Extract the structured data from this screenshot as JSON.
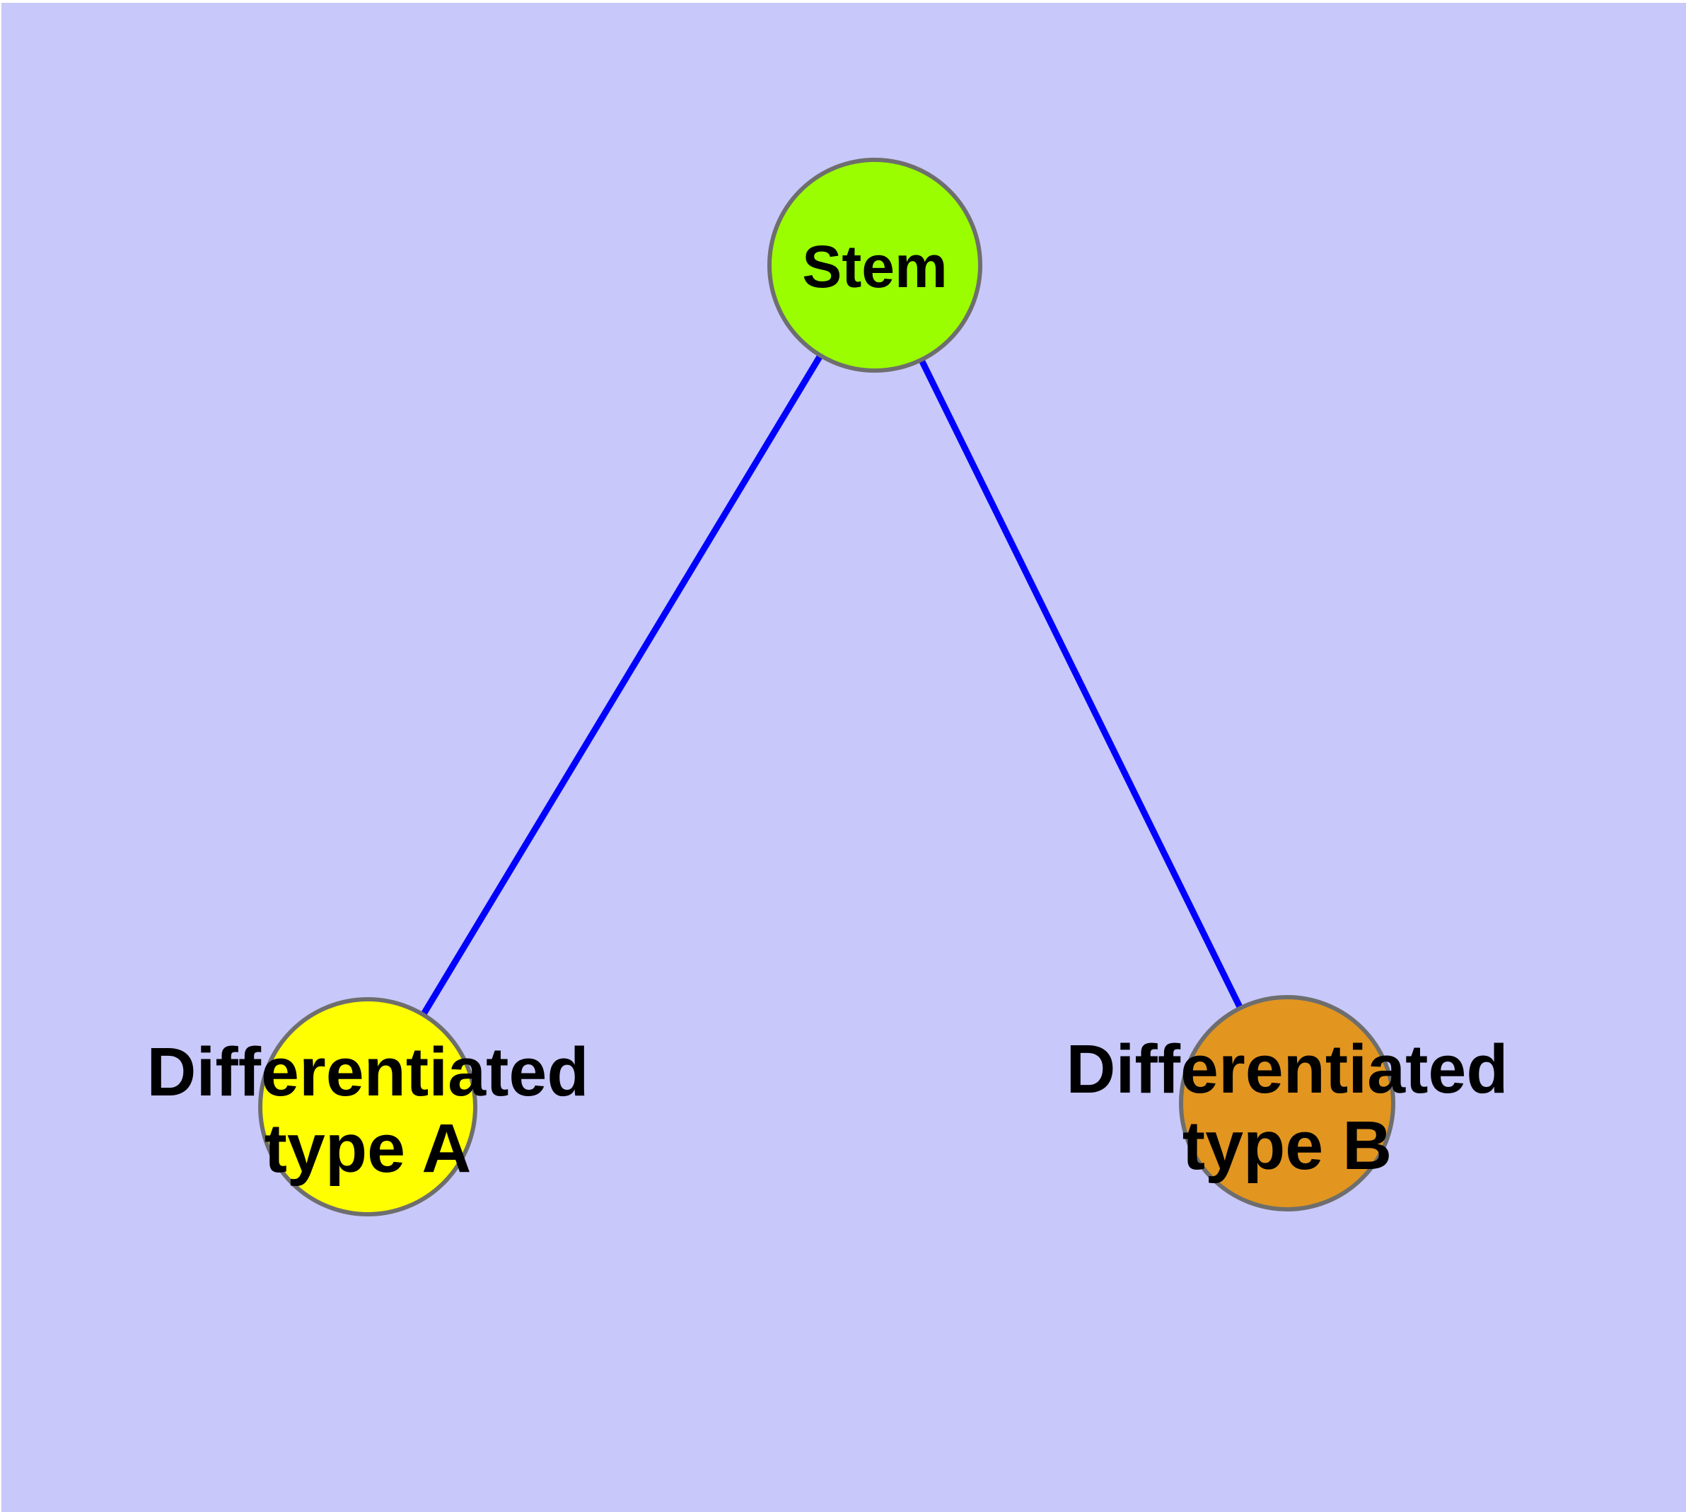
{
  "diagram": {
    "background_color": "#C8C8FA",
    "edge_color": "#0000FF",
    "node_border_color": "#6E6E6E",
    "label_color": "#000000",
    "nodes": [
      {
        "id": "stem",
        "label": "Stem",
        "color": "#9AFE00"
      },
      {
        "id": "type-a",
        "label_line1": "Differentiated",
        "label_line2": "type A",
        "color": "#FFFF00"
      },
      {
        "id": "type-b",
        "label_line1": "Differentiated",
        "label_line2": "type B",
        "color": "#E2961F"
      }
    ],
    "edges": [
      {
        "from": "stem",
        "to": "type-a"
      },
      {
        "from": "stem",
        "to": "type-b"
      }
    ]
  }
}
